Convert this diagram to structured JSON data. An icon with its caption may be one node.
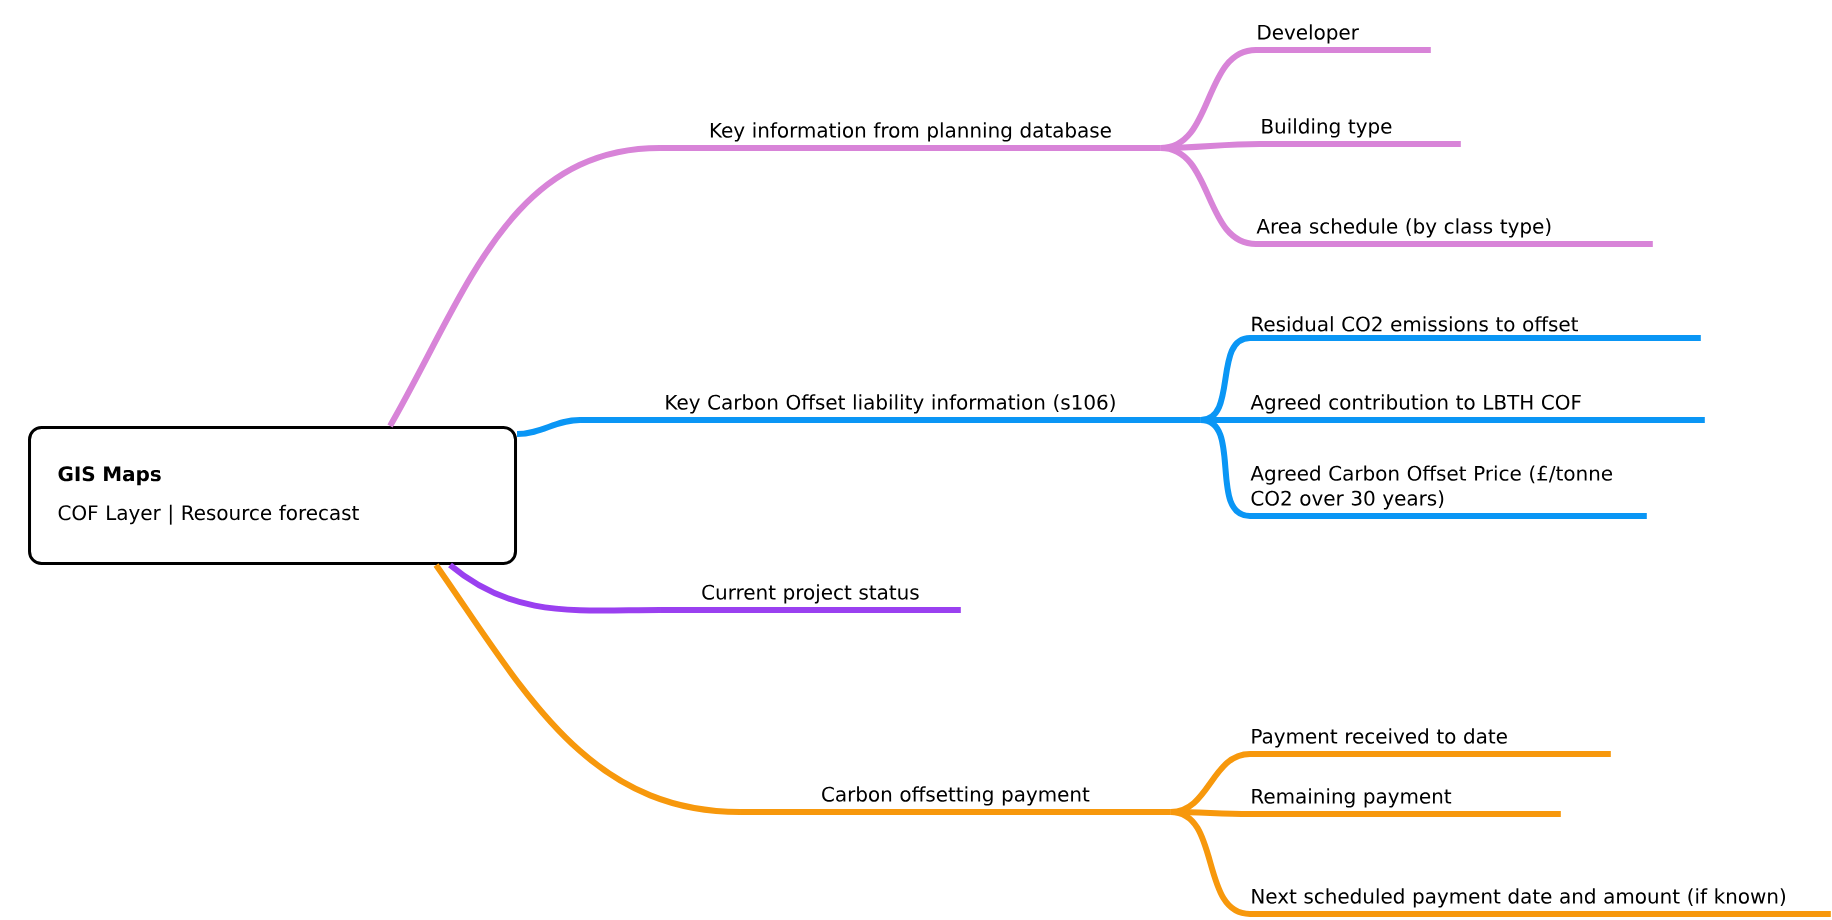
{
  "diagram": {
    "nodes": [
      {
        "text": [
          "GIS Maps",
          "COF Layer | Resource forecast"
        ]
      },
      {
        "text": [
          "Key information from planning database"
        ]
      },
      {
        "text": [
          "Developer"
        ]
      },
      {
        "text": [
          "Building type"
        ]
      },
      {
        "text": [
          "Area schedule (by class type)"
        ]
      },
      {
        "text": [
          "Key Carbon Offset liability information (s106)"
        ]
      },
      {
        "text": [
          "Residual CO2 emissions to offset"
        ]
      },
      {
        "text": [
          "Agreed contribution to LBTH COF"
        ]
      },
      {
        "text": [
          "Agreed Carbon Offset Price (£/tonne CO2 over 30 years)"
        ]
      },
      {
        "text": [
          "Current project status"
        ]
      },
      {
        "text": [
          "Carbon offsetting payment"
        ]
      },
      {
        "text": [
          "Payment received to date"
        ]
      },
      {
        "text": [
          "Remaining payment"
        ]
      },
      {
        "text": [
          "Next scheduled payment date and amount (if known)"
        ]
      }
    ],
    "edges": [
      {
        "from": 0,
        "to": 1,
        "arrow": "none",
        "color": "#d884d8"
      },
      {
        "from": 1,
        "to": 2,
        "arrow": "none",
        "color": "#d884d8"
      },
      {
        "from": 1,
        "to": 3,
        "arrow": "none",
        "color": "#d884d8"
      },
      {
        "from": 1,
        "to": 4,
        "arrow": "none",
        "color": "#d884d8"
      },
      {
        "from": 0,
        "to": 5,
        "arrow": "none",
        "color": "#0a96f5"
      },
      {
        "from": 5,
        "to": 6,
        "arrow": "none",
        "color": "#0a96f5"
      },
      {
        "from": 5,
        "to": 7,
        "arrow": "none",
        "color": "#0a96f5"
      },
      {
        "from": 5,
        "to": 8,
        "arrow": "none",
        "color": "#0a96f5"
      },
      {
        "from": 0,
        "to": 9,
        "arrow": "none",
        "color": "#9a40f0"
      },
      {
        "from": 0,
        "to": 10,
        "arrow": "none",
        "color": "#f7980c"
      },
      {
        "from": 10,
        "to": 11,
        "arrow": "none",
        "color": "#f7980c"
      },
      {
        "from": 10,
        "to": 12,
        "arrow": "none",
        "color": "#f7980c"
      },
      {
        "from": 10,
        "to": 13,
        "arrow": "none",
        "color": "#f7980c"
      }
    ]
  }
}
